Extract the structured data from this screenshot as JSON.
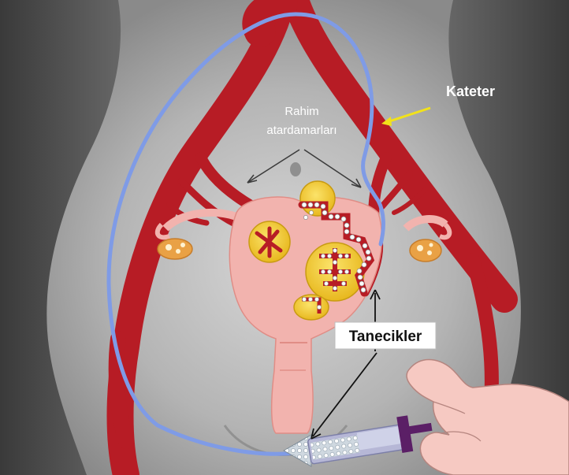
{
  "labels": {
    "arteries": [
      "Rahim",
      "atardamarları"
    ],
    "catheter": "Kateter",
    "particles": "Tanecikler"
  },
  "colors": {
    "artery": "#b71c25",
    "catheter": "#7f9be6",
    "uterus": "#f2b3ae",
    "fibroid": "#f3d23a",
    "ovary": "#e9a145",
    "skin": "#f6c9c2",
    "syringe_plunger": "#5b1f66",
    "catheter_arrow": "#f2e21a"
  }
}
